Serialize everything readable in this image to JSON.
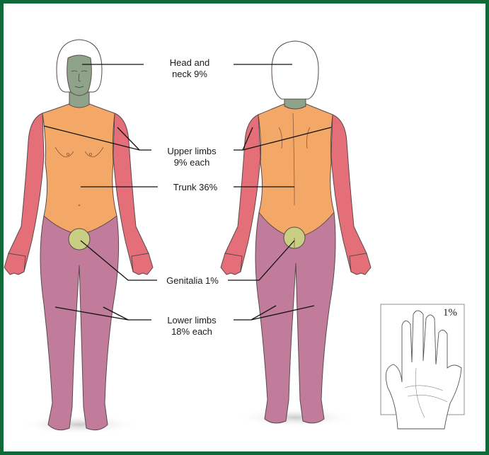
{
  "labels": {
    "head_neck": {
      "line1": "Head and",
      "line2": "neck 9%"
    },
    "upper_limbs": {
      "line1": "Upper limbs",
      "line2": "9% each"
    },
    "trunk": {
      "line1": "Trunk 36%"
    },
    "genitalia": {
      "line1": "Genitalia 1%"
    },
    "lower_limbs": {
      "line1": "Lower limbs",
      "line2": "18% each"
    },
    "palm": {
      "line1": "1%"
    }
  },
  "region_values_percent": {
    "head_neck": 9,
    "upper_limb_each": 9,
    "trunk": 36,
    "genitalia": 1,
    "lower_limb_each": 18,
    "palm": 1
  },
  "colors": {
    "frame_border": "#0f6a3a",
    "head_neck": "#8fa38a",
    "upper_limbs": "#e46f78",
    "trunk": "#f4a867",
    "genitalia": "#c9cf82",
    "lower_limbs": "#c17b9b",
    "outline": "#5a4a4a"
  }
}
